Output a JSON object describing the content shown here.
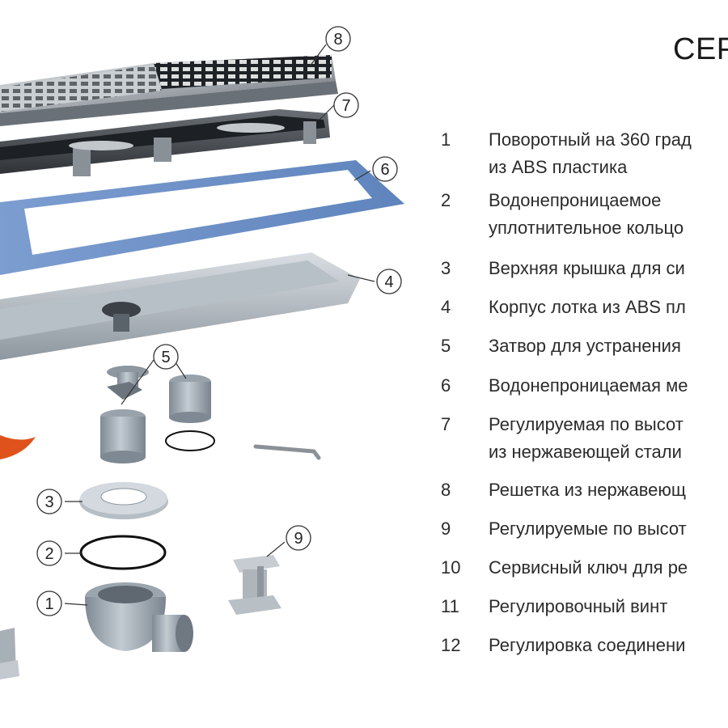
{
  "title": "СЕР",
  "legend": [
    {
      "num": "1",
      "text": "Поворотный на 360 град\nиз ABS пластика"
    },
    {
      "num": "2",
      "text": "Водонепроницаемое\nуплотнительное кольцо"
    },
    {
      "num": "3",
      "text": "Верхняя крышка для си"
    },
    {
      "num": "4",
      "text": "Корпус лотка из ABS пл"
    },
    {
      "num": "5",
      "text": "Затвор для устранения"
    },
    {
      "num": "6",
      "text": "Водонепроницаемая ме"
    },
    {
      "num": "7",
      "text": "Регулируемая по высот\nиз нержавеющей стали"
    },
    {
      "num": "8",
      "text": "Решетка из нержавеющ"
    },
    {
      "num": "9",
      "text": "Регулируемые по высот"
    },
    {
      "num": "10",
      "text": "Сервисный ключ для ре"
    },
    {
      "num": "11",
      "text": "Регулировочный винт"
    },
    {
      "num": "12",
      "text": "Регулировка соединени"
    }
  ],
  "callouts": [
    "8",
    "7",
    "6",
    "4",
    "5",
    "3",
    "2",
    "1",
    "9"
  ],
  "colors": {
    "steel": "#9aa1a8",
    "steel_dark": "#4a4f55",
    "membrane": "#6f93c8",
    "abs_grey": "#a8b1ba",
    "seal": "#111111",
    "orange": "#e0521b",
    "text": "#2b2b2b"
  }
}
